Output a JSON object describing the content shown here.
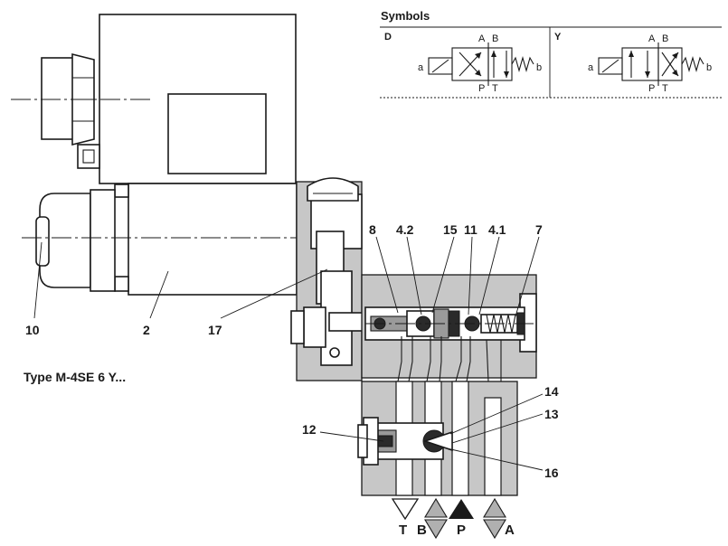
{
  "symbols": {
    "title": "Symbols",
    "panels": [
      {
        "code": "D",
        "left_label": "a",
        "right_label": "b",
        "port_A": "A",
        "port_B": "B",
        "port_P": "P",
        "port_T": "T"
      },
      {
        "code": "Y",
        "left_label": "a",
        "right_label": "b",
        "port_A": "A",
        "port_B": "B",
        "port_P": "P",
        "port_T": "T"
      }
    ]
  },
  "type_label": "Type M-4SE 6 Y...",
  "callouts": [
    "10",
    "2",
    "17",
    "8",
    "4.2",
    "15",
    "11",
    "4.1",
    "7",
    "12",
    "14",
    "13",
    "16"
  ],
  "ports": [
    "T",
    "B",
    "P",
    "A"
  ],
  "colors": {
    "section_fill": "#c7c7c7",
    "outline": "#1a1a1a",
    "background": "#ffffff"
  }
}
